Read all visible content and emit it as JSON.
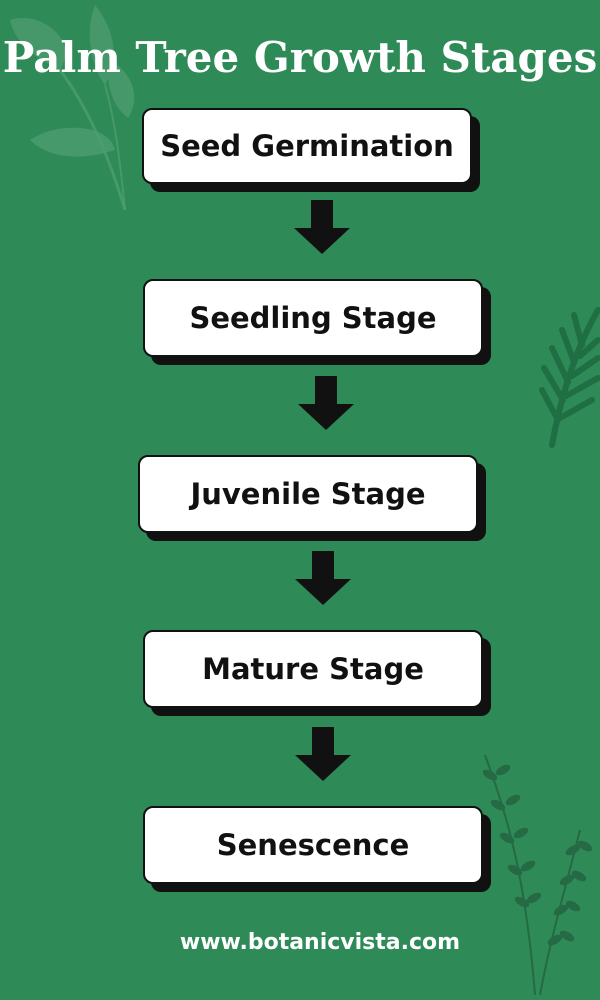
{
  "title": "Palm Tree Growth Stages",
  "stages": [
    {
      "label": "Seed Germination"
    },
    {
      "label": "Seedling Stage"
    },
    {
      "label": "Juvenile Stage"
    },
    {
      "label": "Mature Stage"
    },
    {
      "label": "Senescence"
    }
  ],
  "footer": "www.botanicvista.com",
  "colors": {
    "background": "#2e8a57",
    "box": "#ffffff",
    "shadow": "#111111",
    "arrow": "#111111",
    "text_light": "#ffffff"
  },
  "icons": {
    "decor_top_left": "leaf-icon",
    "decor_right": "palm-frond-icon",
    "decor_bottom_right": "fern-icon",
    "connector": "arrow-down-icon"
  }
}
